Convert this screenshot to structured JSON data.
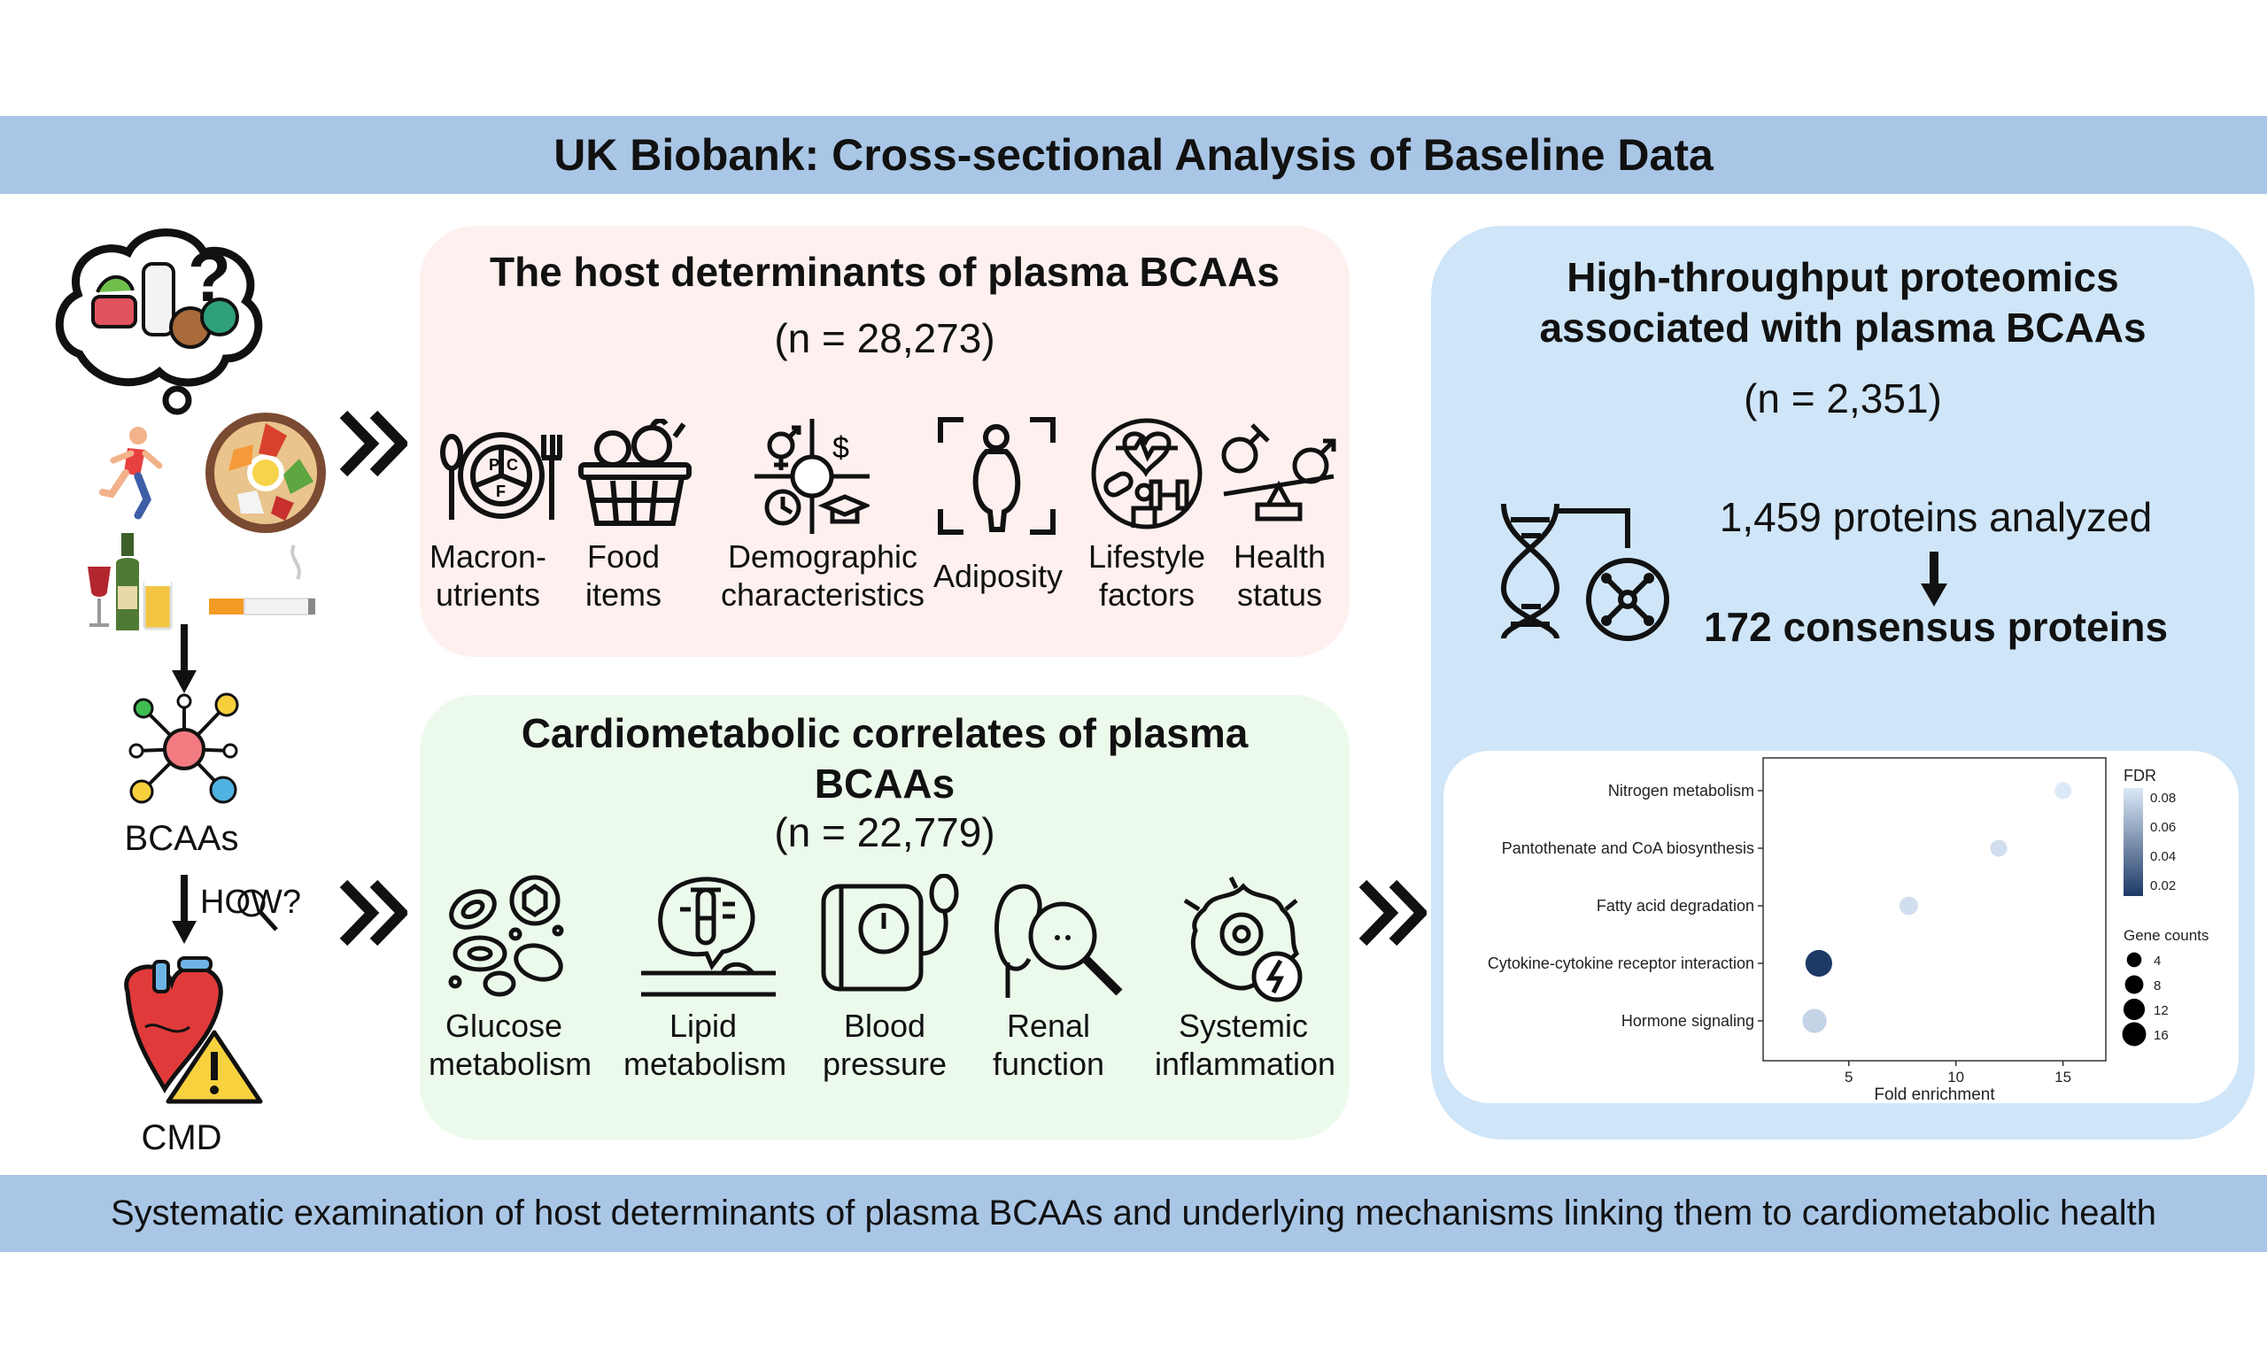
{
  "header": {
    "title": "UK Biobank: Cross-sectional Analysis of Baseline Data"
  },
  "footer": {
    "text": "Systematic examination of host determinants of plasma BCAAs and underlying mechanisms linking them to cardiometabolic health"
  },
  "left_flow": {
    "bcaa_label": "BCAAs",
    "how_label": "HOW?",
    "cmd_label": "CMD"
  },
  "host_panel": {
    "title": "The host determinants of plasma BCAAs",
    "n": "(n = 28,273)",
    "items": [
      {
        "line1": "Macron-",
        "line2": "utrients",
        "icon": "plate-macronutrients-icon"
      },
      {
        "line1": "Food",
        "line2": "items",
        "icon": "food-basket-icon"
      },
      {
        "line1": "Demographic",
        "line2": "characteristics",
        "icon": "demographics-icon"
      },
      {
        "line1": "Adiposity",
        "line2": "",
        "icon": "body-scan-icon"
      },
      {
        "line1": "Lifestyle",
        "line2": "factors",
        "icon": "heart-dumbbell-icon"
      },
      {
        "line1": "Health",
        "line2": "status",
        "icon": "gender-balance-icon"
      }
    ]
  },
  "cardio_panel": {
    "title_line1": "Cardiometabolic correlates of plasma",
    "title_line2": "BCAAs",
    "n": "(n = 22,779)",
    "items": [
      {
        "line1": "Glucose",
        "line2": "metabolism",
        "icon": "blood-cells-sugar-icon"
      },
      {
        "line1": "Lipid",
        "line2": "metabolism",
        "icon": "test-tube-lipid-icon"
      },
      {
        "line1": "Blood",
        "line2": "pressure",
        "icon": "blood-pressure-cuff-icon"
      },
      {
        "line1": "Renal",
        "line2": "function",
        "icon": "kidney-magnifier-icon"
      },
      {
        "line1": "Systemic",
        "line2": "inflammation",
        "icon": "inflamed-cell-icon"
      }
    ]
  },
  "proteomics_panel": {
    "title_line1": "High-throughput proteomics",
    "title_line2": "associated with plasma BCAAs",
    "n": "(n = 2,351)",
    "analyzed": "1,459 proteins analyzed",
    "consensus": "172 consensus proteins"
  },
  "chart_data": {
    "type": "scatter",
    "title": "",
    "xlabel": "Fold enrichment",
    "ylabel": "",
    "xlim": [
      1,
      17
    ],
    "x_ticks": [
      5,
      10,
      15
    ],
    "categories": [
      "Nitrogen metabolism",
      "Pantothenate and CoA biosynthesis",
      "Fatty acid degradation",
      "Cytokine-cytokine receptor interaction",
      "Hormone signaling"
    ],
    "points": [
      {
        "term": "Nitrogen metabolism",
        "fold_enrichment": 15,
        "fdr": 0.09,
        "gene_count": 3
      },
      {
        "term": "Pantothenate and CoA biosynthesis",
        "fold_enrichment": 12,
        "fdr": 0.085,
        "gene_count": 3
      },
      {
        "term": "Fatty acid degradation",
        "fold_enrichment": 7.8,
        "fdr": 0.085,
        "gene_count": 4
      },
      {
        "term": "Cytokine-cytokine receptor interaction",
        "fold_enrichment": 3.6,
        "fdr": 0.01,
        "gene_count": 12
      },
      {
        "term": "Hormone signaling",
        "fold_enrichment": 3.4,
        "fdr": 0.08,
        "gene_count": 9
      }
    ],
    "fdr_legend": {
      "title": "FDR",
      "ticks": [
        "0.08",
        "0.06",
        "0.04",
        "0.02"
      ],
      "color_low": "#1d3a66",
      "color_high": "#dce9f8"
    },
    "size_legend": {
      "title": "Gene counts",
      "values": [
        4,
        8,
        12,
        16
      ],
      "labels": [
        "4",
        "8",
        "12",
        "16"
      ]
    },
    "grid": false,
    "legend_position": "right"
  },
  "colors": {
    "band": "#a9c6e6",
    "host_panel": "#fdf0ef",
    "cardio_panel": "#ecfaec",
    "proteomics_panel": "#cfe5f8"
  }
}
